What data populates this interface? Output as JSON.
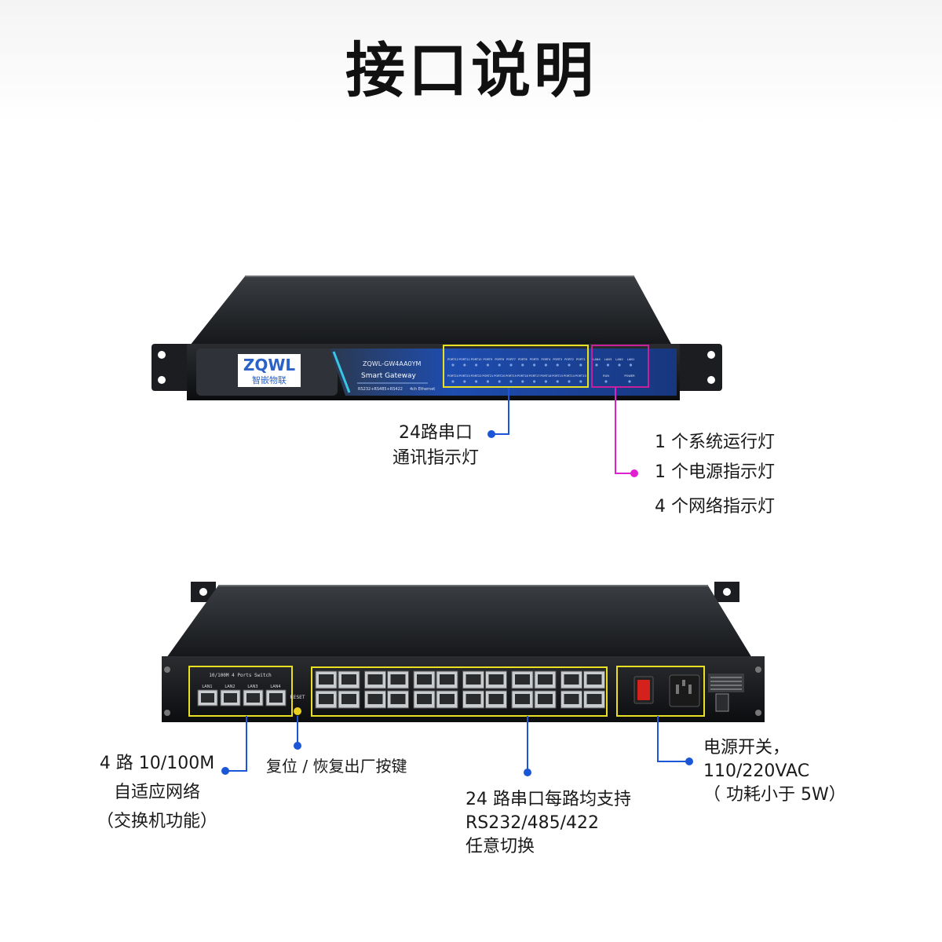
{
  "page": {
    "title": "接口说明"
  },
  "front_panel": {
    "brand_logo": "ZQWL",
    "brand_cn": "智嵌物联",
    "model": "ZQWL-GW4AA0YM",
    "product_name": "Smart Gateway",
    "spec_line": "RS232+RS485+RS422",
    "spec_line2": "4ch Ethernet",
    "port_leds_top": [
      "PORT12",
      "PORT11",
      "PORT10",
      "PORT9",
      "PORT8",
      "PORT7",
      "PORT6",
      "PORT5",
      "PORT4",
      "PORT3",
      "PORT2",
      "PORT1"
    ],
    "port_leds_bottom": [
      "PORT24",
      "PORT23",
      "PORT22",
      "PORT21",
      "PORT20",
      "PORT19",
      "PORT18",
      "PORT17",
      "PORT16",
      "PORT15",
      "PORT14",
      "PORT13"
    ],
    "status_leds_top": [
      "LAN4",
      "LAN3",
      "LAN2",
      "LAN1"
    ],
    "status_leds_bottom": [
      "RUN",
      "POWER"
    ]
  },
  "rear_panel": {
    "switch_label": "10/100M 4 Ports Switch",
    "lan_labels": [
      "LAN1",
      "LAN2",
      "LAN3",
      "LAN4"
    ],
    "reset_label": "RESET"
  },
  "annotations": {
    "serial_leds": [
      "24路串口",
      "通讯指示灯"
    ],
    "status_leds": [
      "1 个系统运行灯",
      "1 个电源指示灯",
      "4 个网络指示灯"
    ],
    "lan": [
      "4 路 10/100M",
      "自适应网络",
      "（交换机功能）"
    ],
    "reset": "复位 / 恢复出厂按键",
    "serial_ports": [
      "24 路串口每路均支持",
      "RS232/485/422",
      "任意切换"
    ],
    "power": [
      "电源开关，",
      "110/220VAC",
      "（ 功耗小于 5W）"
    ]
  },
  "colors": {
    "leader_blue": "#1a56d6",
    "leader_magenta": "#e020d0",
    "box_yellow": "#e8e020",
    "box_magenta": "#c8209a",
    "front_panel_blue": "#1d3f8f"
  }
}
